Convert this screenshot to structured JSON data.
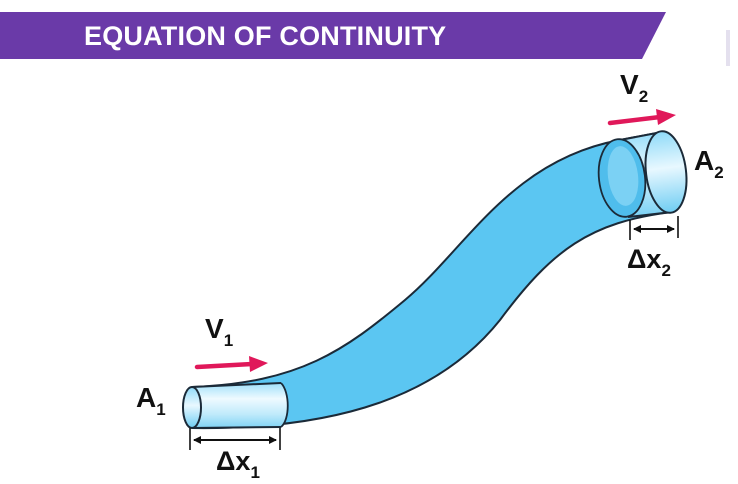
{
  "header": {
    "title": "EQUATION OF CONTINUITY"
  },
  "diagram": {
    "labels": {
      "v1": {
        "main": "V",
        "sub": "1"
      },
      "v2": {
        "main": "V",
        "sub": "2"
      },
      "a1": {
        "main": "A",
        "sub": "1"
      },
      "a2": {
        "main": "A",
        "sub": "2"
      },
      "dx1": {
        "main": "Δx",
        "sub": "1"
      },
      "dx2": {
        "main": "Δx",
        "sub": "2"
      }
    }
  },
  "colors": {
    "banner": "#6a3aa8",
    "pipe_fill": "#5bc6f2",
    "pipe_light": "#d8f3fd",
    "pipe_stroke": "#1b2a38",
    "velocity_arrow": "#e0185a"
  }
}
